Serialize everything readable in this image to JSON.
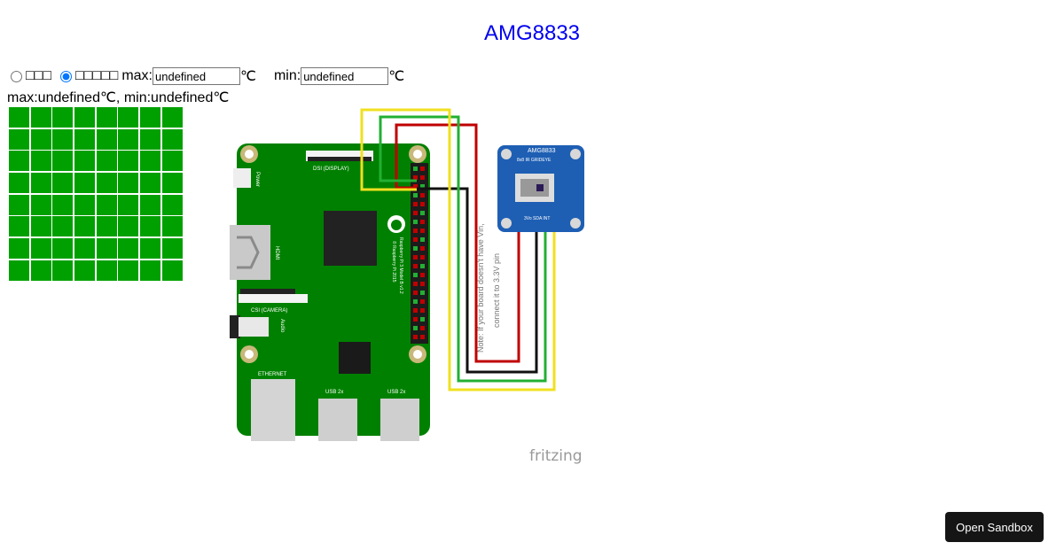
{
  "page": {
    "title": "AMG8833"
  },
  "controls": {
    "mode_a_label": "□□□",
    "mode_b_label": "□□□□□",
    "max_label": "max:",
    "max_value": "undefined",
    "min_label": "min:",
    "min_value": "undefined",
    "unit": "℃"
  },
  "summary": {
    "text": "max:undefined℃, min:undefined℃"
  },
  "heatmap": {
    "rows": 8,
    "cols": 8,
    "cell_color": "#00a000"
  },
  "diagram": {
    "board_label_dsi": "DSI (DISPLAY)",
    "board_label_power": "Power",
    "board_label_hdmi": "HDMI",
    "board_label_csi": "CSI (CAMERA)",
    "board_label_audio": "Audio",
    "board_label_ethernet": "ETHERNET",
    "board_label_usb1": "USB 2x",
    "board_label_usb2": "USB 2x",
    "board_label_model": "Raspberry Pi 3 Model B v1.2",
    "board_label_copyright": "© Raspberry Pi 2015",
    "sensor_title": "AMG8833",
    "sensor_subtitle": "8x8 IR GRIDEYE",
    "sensor_pins": "3Vo  SDA  INT",
    "note_line1": "Note: If your board doesn't have Vin,",
    "note_line2": "connect it to  3.3V pin",
    "watermark": "fritzing"
  },
  "sandbox_button": {
    "label": "Open Sandbox"
  },
  "colors": {
    "title": "#0000ee",
    "board": "#008000",
    "sensor": "#1e5fb4",
    "wire_red": "#c00000",
    "wire_black": "#111111",
    "wire_green": "#22b033",
    "wire_yellow": "#f0e020"
  }
}
